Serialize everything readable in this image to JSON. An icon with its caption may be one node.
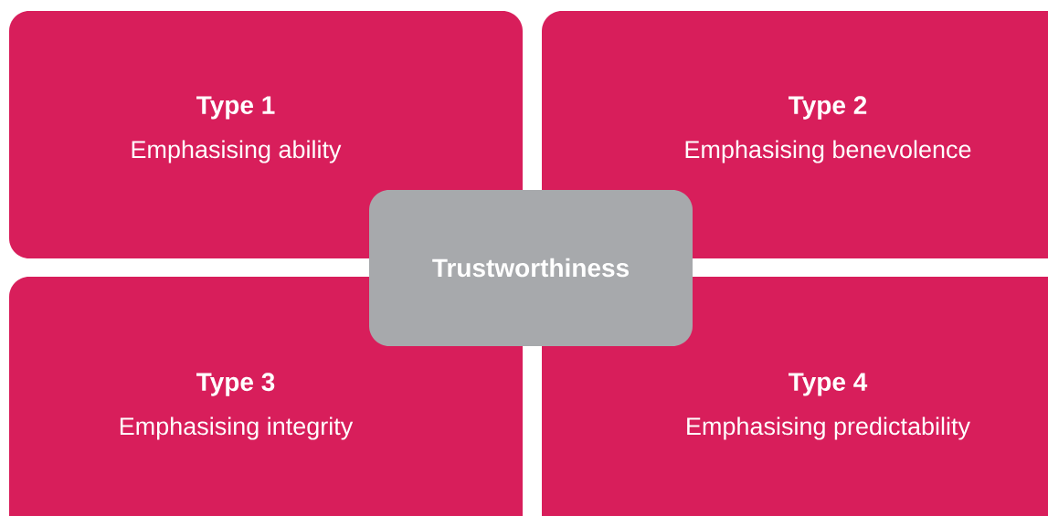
{
  "diagram": {
    "nodes": [
      {
        "text": [
          "Type 1",
          "Emphasising ability"
        ]
      },
      {
        "text": [
          "Type 2",
          "Emphasising benevolence"
        ]
      },
      {
        "text": [
          "Trustworthiness"
        ]
      },
      {
        "text": [
          "Type 3",
          "Emphasising integrity"
        ]
      },
      {
        "text": [
          "Type 4",
          "Emphasising predictability"
        ]
      }
    ]
  }
}
